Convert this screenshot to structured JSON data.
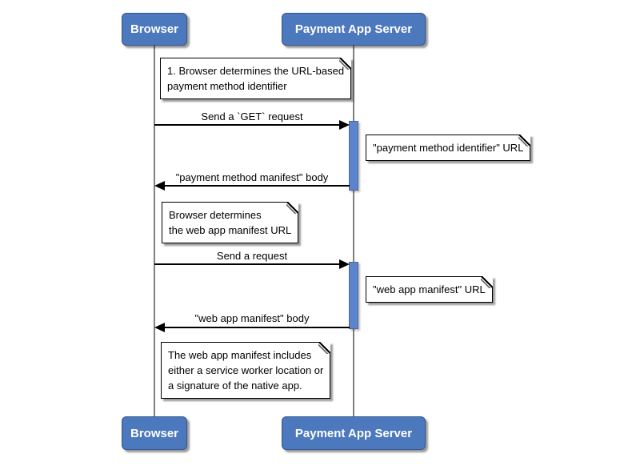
{
  "diagram": {
    "type": "sequence-diagram",
    "background": "#ffffff",
    "actors": [
      {
        "id": "browser",
        "label": "Browser"
      },
      {
        "id": "payment-app-server",
        "label": "Payment App Server"
      }
    ],
    "messages": [
      {
        "label": "Send a `GET` request",
        "from": "browser",
        "to": "payment-app-server",
        "direction": "right"
      },
      {
        "label": "\"payment method manifest\" body",
        "from": "payment-app-server",
        "to": "browser",
        "direction": "left"
      },
      {
        "label": "Send a request",
        "from": "browser",
        "to": "payment-app-server",
        "direction": "right"
      },
      {
        "label": "\"web app manifest\" body",
        "from": "payment-app-server",
        "to": "browser",
        "direction": "left"
      }
    ],
    "notes": [
      {
        "text": "1. Browser determines the URL-based\npayment method identifier",
        "position": "right-of-browser"
      },
      {
        "text": "\"payment method identifier\" URL",
        "position": "right-of-payment-app-server"
      },
      {
        "text": "Browser determines\nthe web app manifest URL",
        "position": "right-of-browser"
      },
      {
        "text": "\"web app manifest\" URL",
        "position": "right-of-payment-app-server"
      },
      {
        "text": "The web app manifest includes\neither a service worker location or\na signature of the native app.",
        "position": "right-of-browser"
      }
    ],
    "colors": {
      "actor_fill": "#4c78be",
      "actor_border": "#35568c",
      "actor_text": "#ffffff",
      "activation_fill": "#5b84ce",
      "activation_border": "#52688f",
      "lifeline": "#808080",
      "note_fill": "#ffffff",
      "note_border": "#000000",
      "message_line": "#000000",
      "text": "#000000"
    }
  }
}
